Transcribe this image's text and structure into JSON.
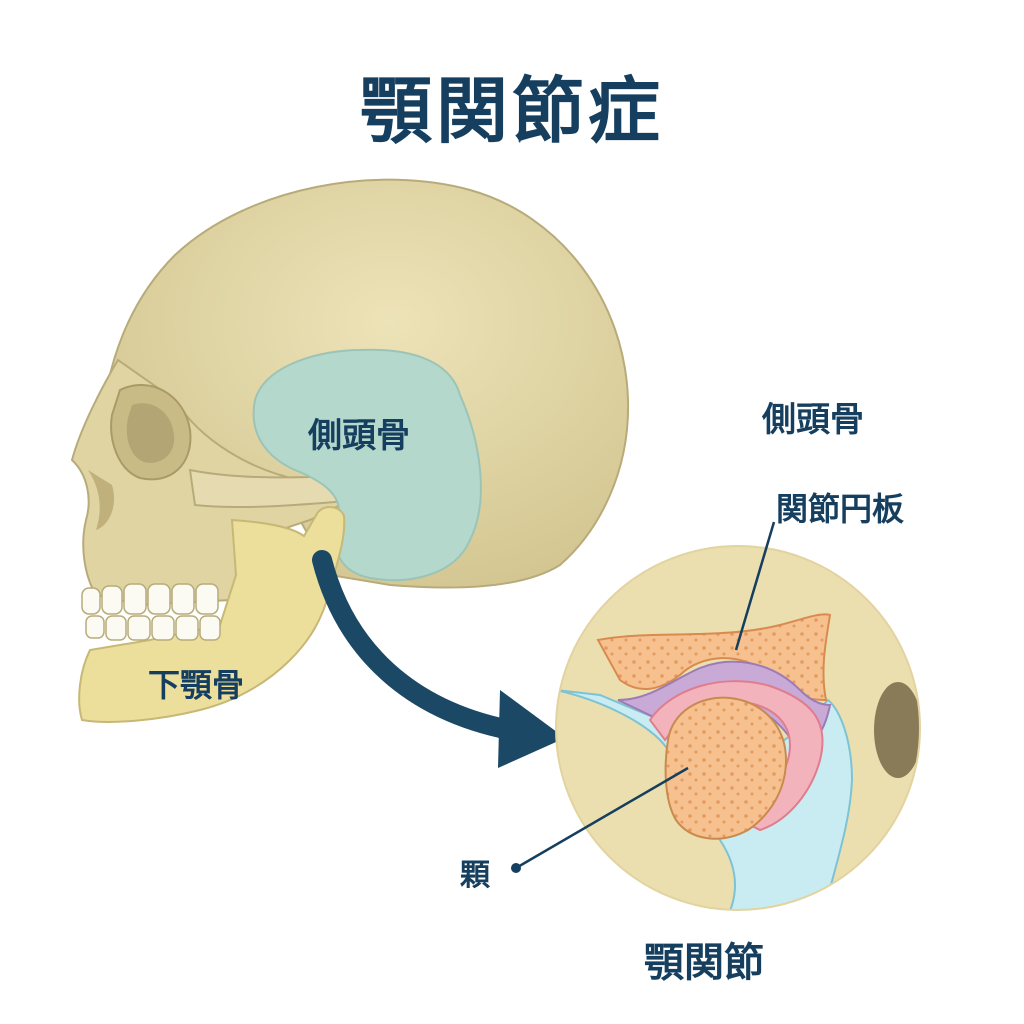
{
  "title": "顎関節症",
  "skull_labels": {
    "temporal_bone": "側頭骨",
    "mandible": "下顎骨"
  },
  "inset_labels": {
    "temporal_bone": "側頭骨",
    "articular_disc": "関節円板",
    "condyle": "顆",
    "joint": "顎関節"
  },
  "colors": {
    "title_text": "#163f5f",
    "skull_bone": "#dccf9f",
    "mandible_highlight": "#ecdf9c",
    "temporal_highlight": "#b4d8cc",
    "arrow": "#1b4865",
    "inset_background": "#ebdfb0",
    "articular_disc": "#c9a9d6",
    "cartilage": "#f3b3bd",
    "condyle_core": "#f3bb86",
    "soft_tissue": "#c8ecf2"
  }
}
